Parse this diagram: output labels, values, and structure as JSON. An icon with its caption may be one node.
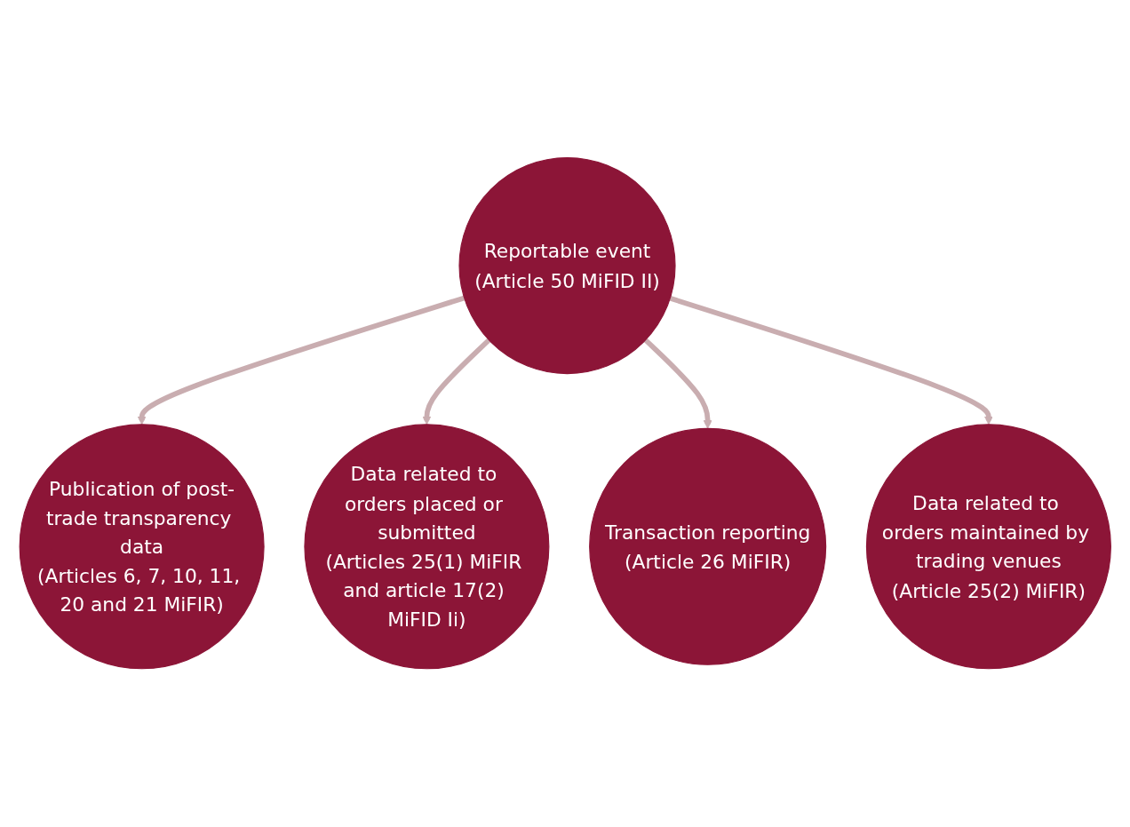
{
  "diagram": {
    "nodes": [
      {
        "text": [
          "Publication of post-trade transparency data",
          "(Articles 6, 7, 10, 11, 20 and 21 MiFIR)"
        ]
      },
      {
        "text": [
          "Data related to orders placed or submitted",
          "(Articles 25(1) MiFIR and article 17(2) MiFID Ii)"
        ]
      },
      {
        "text": [
          "Reportable event",
          "(Article 50 MiFID II)"
        ]
      },
      {
        "text": [
          "Transaction reporting",
          "(Article 26 MiFIR)"
        ]
      },
      {
        "text": [
          "Data related to orders maintained by trading venues",
          "(Article 25(2) MiFIR)"
        ]
      }
    ],
    "edges": [
      {
        "from": 2,
        "to": 0,
        "arrow": "to"
      },
      {
        "from": 2,
        "to": 1,
        "arrow": "to"
      },
      {
        "from": 2,
        "to": 3,
        "arrow": "to"
      },
      {
        "from": 2,
        "to": 4,
        "arrow": "to"
      }
    ]
  }
}
